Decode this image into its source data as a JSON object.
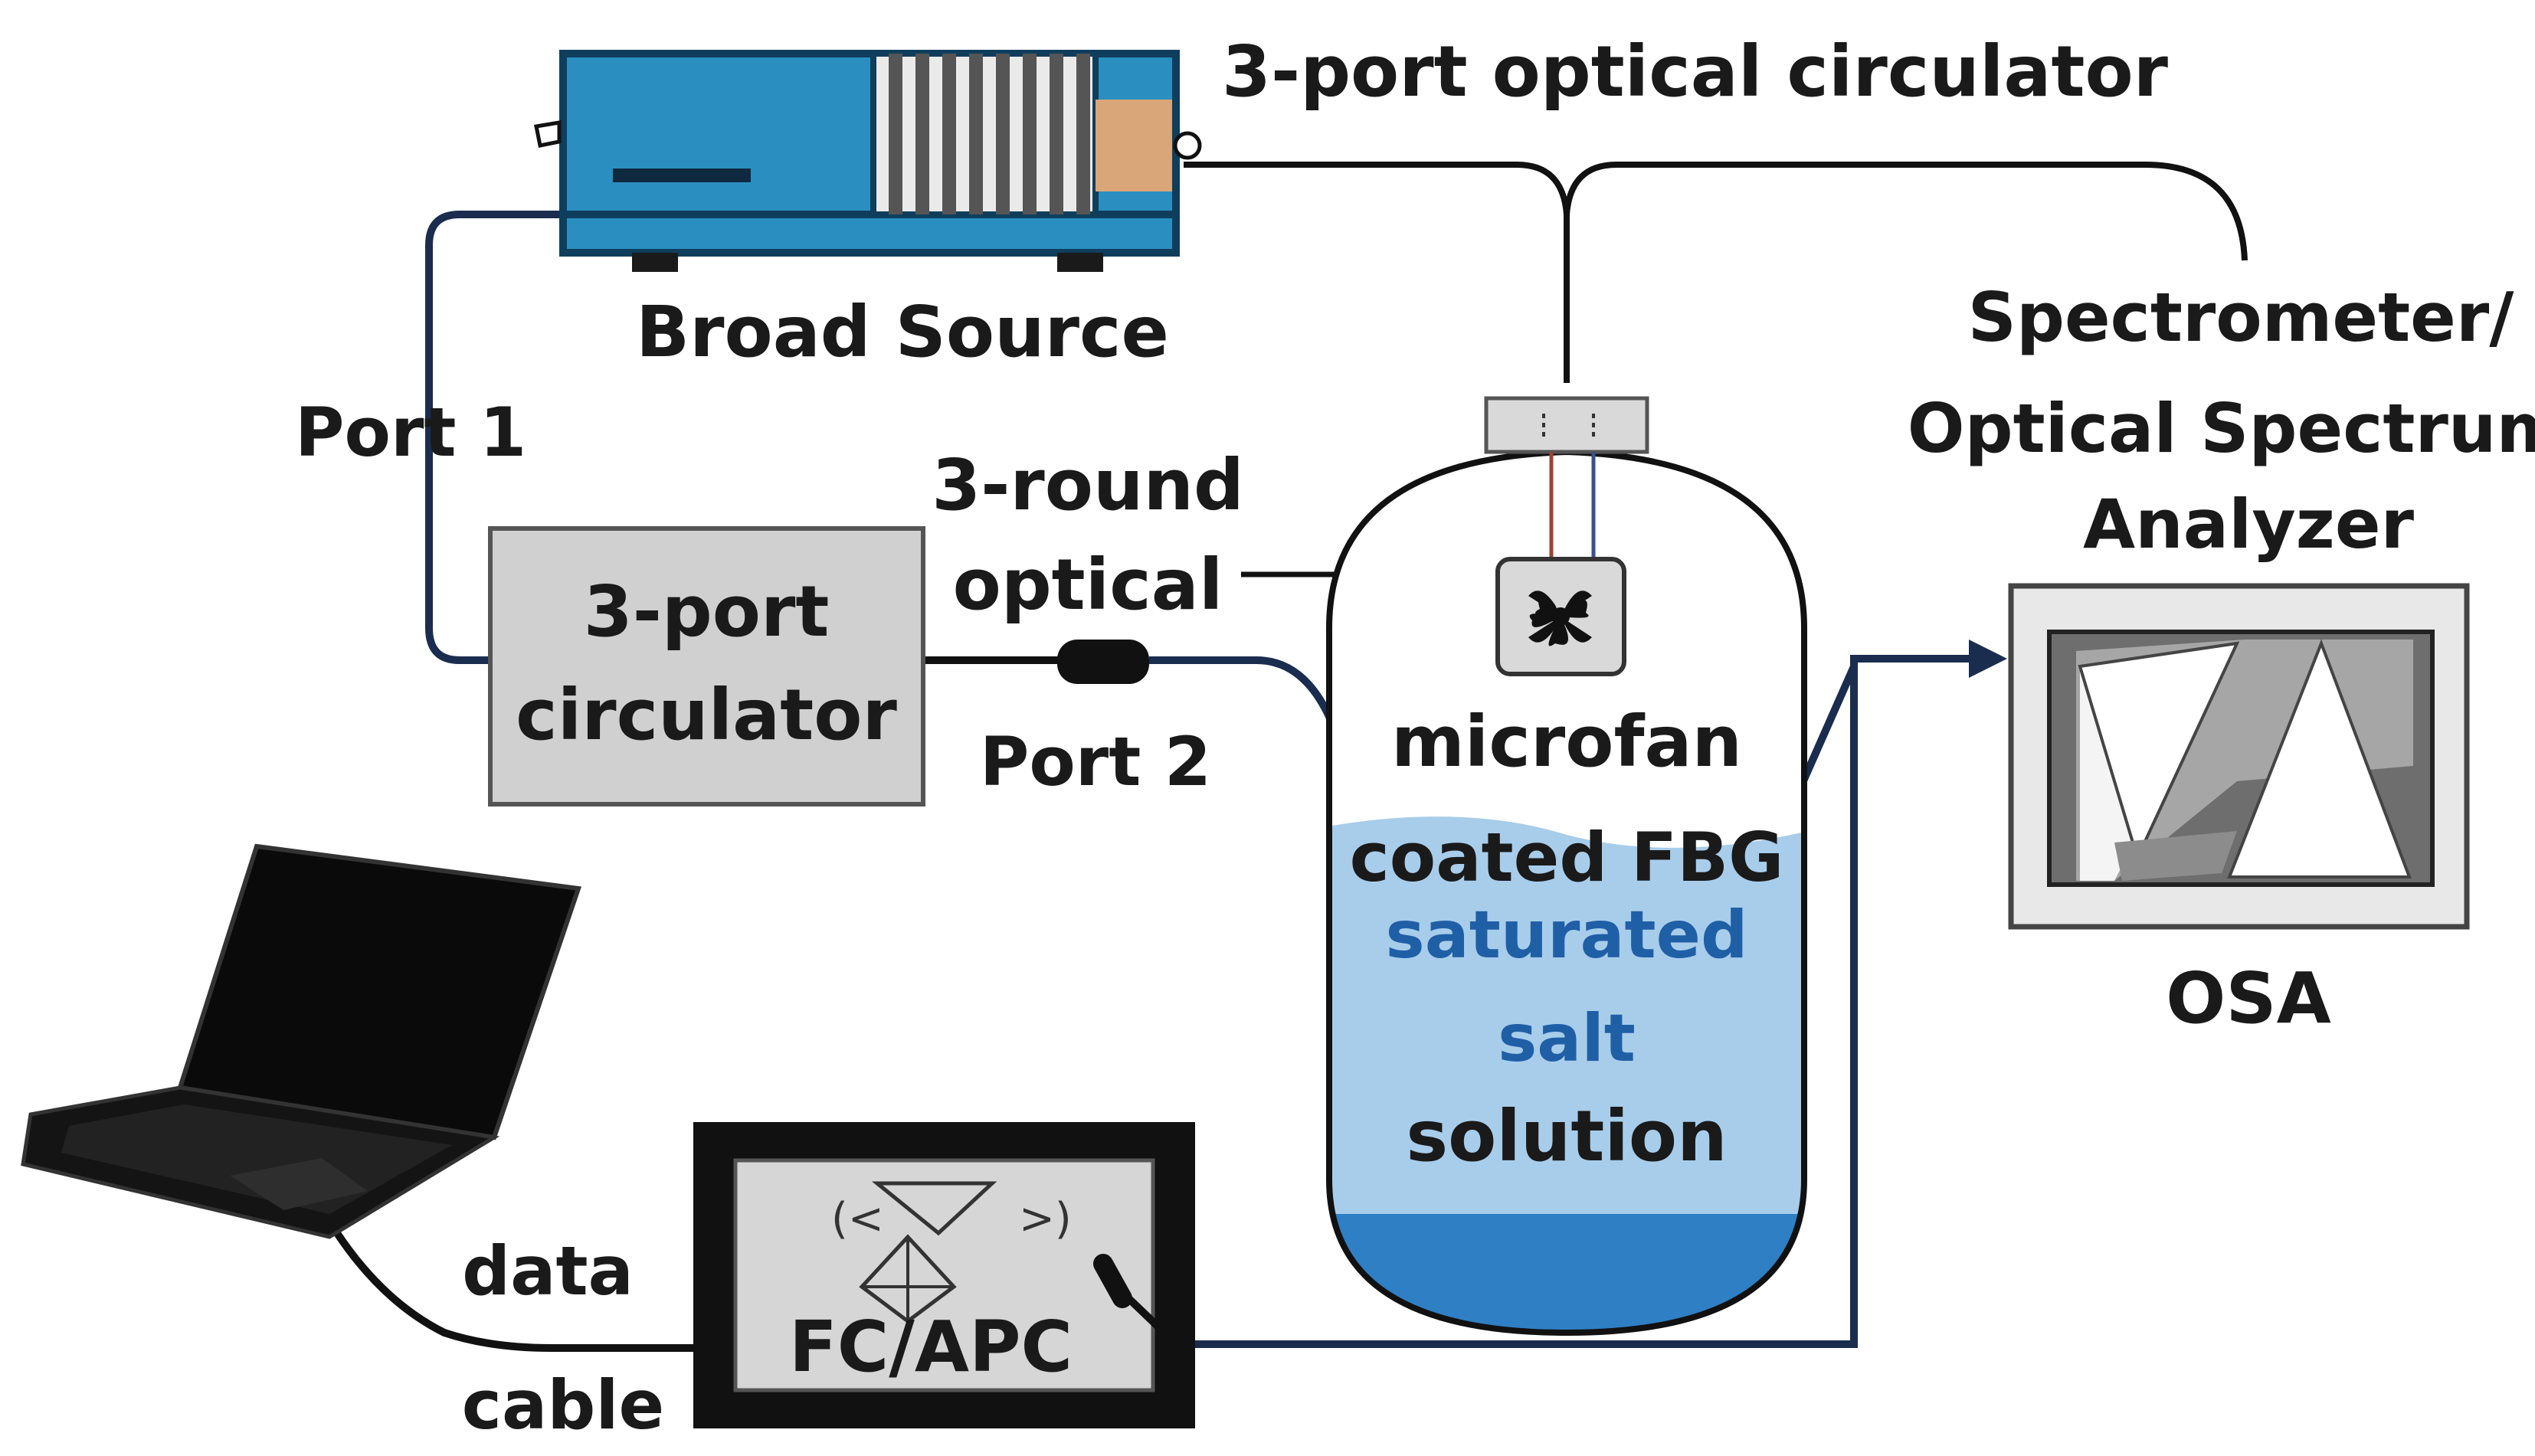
{
  "labels": {
    "top_circulator": "3-port optical  circulator",
    "broad_source": "Broad Source",
    "port1": "Port 1",
    "circulator_line1": "3-port",
    "circulator_line2": "circulator",
    "round_line1": "3-round",
    "round_line2": "optical",
    "port2": "Port 2",
    "microfan": "microfan",
    "coated_fbg": "coated FBG",
    "saturated": "saturated",
    "salt": "salt",
    "solution": "solution",
    "spectrometer_line1": "Spectrometer/",
    "spectrometer_line2": "Optical Spectrum",
    "spectrometer_line3": "Analyzer",
    "osa": "OSA",
    "data": "data",
    "cable": "cable",
    "fc_apc": "FC/APC"
  },
  "colors": {
    "source_blue": "#2a8fc0",
    "fiber_navy": "#1a2d4f",
    "gray_box": "#d0d0d0",
    "solution_light": "#a8cdeb",
    "solution_dark": "#2f7fc4",
    "text_blue": "#1f5fa6"
  },
  "icons": [
    "fan-icon",
    "laptop-icon",
    "prism-icon",
    "connector-icon"
  ]
}
